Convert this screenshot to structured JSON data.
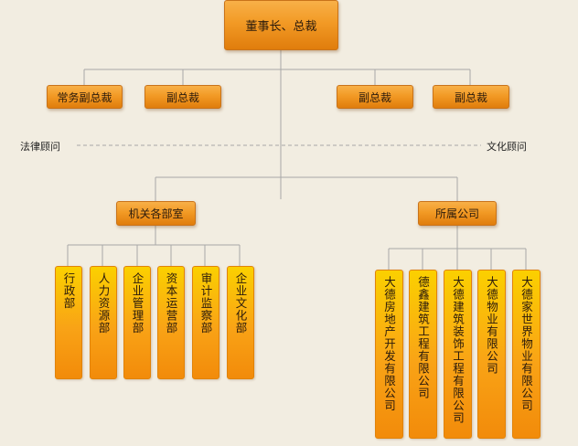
{
  "top": {
    "label": "董事长、总裁"
  },
  "vps": [
    "常务副总裁",
    "副总裁",
    "副总裁",
    "副总裁"
  ],
  "advisors": {
    "left": "法律顾问",
    "right": "文化顾问"
  },
  "branches": {
    "departments": "机关各部室",
    "companies": "所属公司"
  },
  "departments": [
    "行政部",
    "人力资源部",
    "企业管理部",
    "资本运营部",
    "审计监察部",
    "企业文化部"
  ],
  "companies": [
    "大德房地产开发有限公司",
    "德鑫建筑工程有限公司",
    "大德建筑装饰工程有限公司",
    "大德物业有限公司",
    "大德家世界物业有限公司"
  ],
  "colors": {
    "background": "#f2ede1",
    "box": "#f29a25",
    "vbox": "#f9a316",
    "line": "#a8a8a8"
  }
}
